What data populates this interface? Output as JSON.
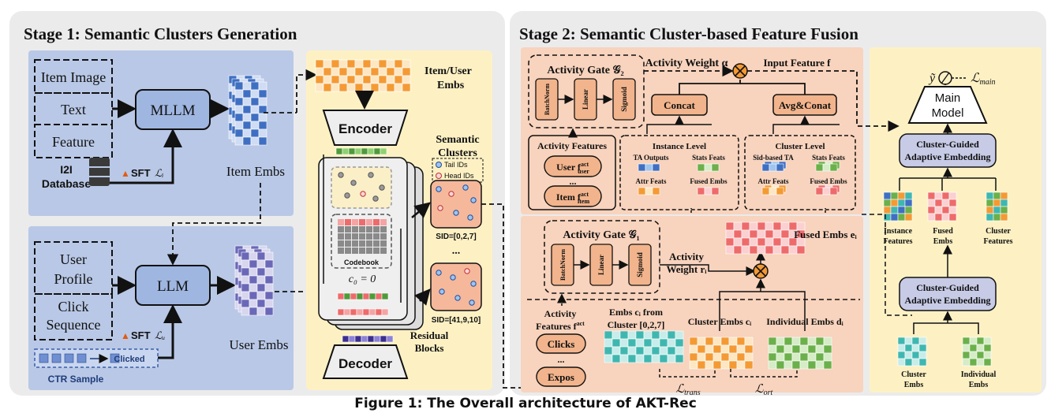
{
  "caption": "Figure 1: The Overall architecture of AKT-Rec",
  "stage1": {
    "title": "Stage 1: Semantic Clusters Generation",
    "item_inputs": [
      "Item Image",
      "Text",
      "Feature"
    ],
    "mllm": "MLLM",
    "item_embs": "Item Embs",
    "i2i_l1": "I2I",
    "i2i_l2": "Database",
    "sft_item": "SFT",
    "user_inputs_1": [
      "User",
      "Profile"
    ],
    "user_inputs_2": [
      "Click",
      "Sequence"
    ],
    "llm": "LLM",
    "user_embs": "User Embs",
    "sft_user": "SFT",
    "clicked": "Clicked",
    "ctr_sample": "CTR Sample",
    "item_user_embs_l1": "Item/User",
    "item_user_embs_l2": "Embs",
    "encoder": "Encoder",
    "decoder": "Decoder",
    "codebook": "Codebook",
    "c0": "c₀ = 0",
    "residual_l1": "Residual",
    "residual_l2": "Blocks",
    "semantic_l1": "Semantic",
    "semantic_l2": "Clusters",
    "tail_ids": "Tail IDs",
    "head_ids": "Head IDs",
    "sid1": "SID=[0,2,7]",
    "sid2": "SID=[41,9,10]",
    "dots": "..."
  },
  "stage2": {
    "title": "Stage 2: Semantic Cluster-based Feature Fusion",
    "gate2": "Activity Gate 𝒢₂",
    "gate1": "Activity Gate 𝒢₁",
    "batchnorm": "BatchNorm",
    "linear": "Linear",
    "sigmoid": "Sigmoid",
    "activity_weight_alpha": "Activity  Weight α",
    "input_feature": "Input Feature f",
    "concat": "Concat",
    "avg_concat": "Avg&Conat",
    "activity_features": "Activity Features",
    "user_f": "User f",
    "user_sup": "act",
    "user_sub": "user",
    "item_f": "Item f",
    "item_sup": "act",
    "item_sub": "item",
    "instance_level": "Instance Level",
    "cluster_level": "Cluster Level",
    "ta_outputs": "TA Outputs",
    "stats_feats": "Stats Feats",
    "attr_feats": "Attr Feats",
    "fused_embs": "Fused Embs",
    "sid_based_ta": "Sid-based TA",
    "activity_weight_r_l1": "Activity",
    "activity_weight_r_l2": "Weight rᵢ",
    "fused_embs_e": "Fused Embs eᵢ",
    "activity_features_f_l1": "Activity",
    "activity_features_f_l2": "Features f",
    "f_sup": "act",
    "clicks": "Clicks",
    "expos": "Expos",
    "embs_ci_l1": "Embs cᵢ from",
    "embs_ci_l2": "Cluster [0,2,7]",
    "cluster_embs_ci": "Cluster Embs cᵢ",
    "individual_embs_di": "Individual Embs dᵢ",
    "l_trans": "ℒ",
    "l_trans_sub": "trans",
    "l_ort": "ℒ",
    "l_ort_sub": "ort"
  },
  "right_panel": {
    "y_tilde": "ỹ",
    "l_main": "ℒ",
    "l_main_sub": "main",
    "main_model_l1": "Main",
    "main_model_l2": "Model",
    "cgae_l1": "Cluster-Guided",
    "cgae_l2": "Adaptive Embedding",
    "instance_features_l1": "Instance",
    "instance_features_l2": "Features",
    "fused_embs_l1": "Fused",
    "fused_embs_l2": "Embs",
    "cluster_features_l1": "Cluster",
    "cluster_features_l2": "Features",
    "cluster_embs_l1": "Cluster",
    "cluster_embs_l2": "Embs",
    "individual_embs_l1": "Individual",
    "individual_embs_l2": "Embs"
  },
  "colors": {
    "stage_bg": "#ebebeb",
    "blue_panel": "#b9c8e6",
    "yellow_panel": "#fdf1c4",
    "salmon_panel": "#f8d3bd",
    "orange_node": "#f2b48c",
    "orange_text": "#7a3a12",
    "item_emb_blue": "#3f6fc2",
    "user_emb_purple": "#6b68b8",
    "embs_orange": "#f49a34",
    "fused_red": "#ee6b6b",
    "teal": "#3fb7b0",
    "green": "#6bb04a"
  }
}
